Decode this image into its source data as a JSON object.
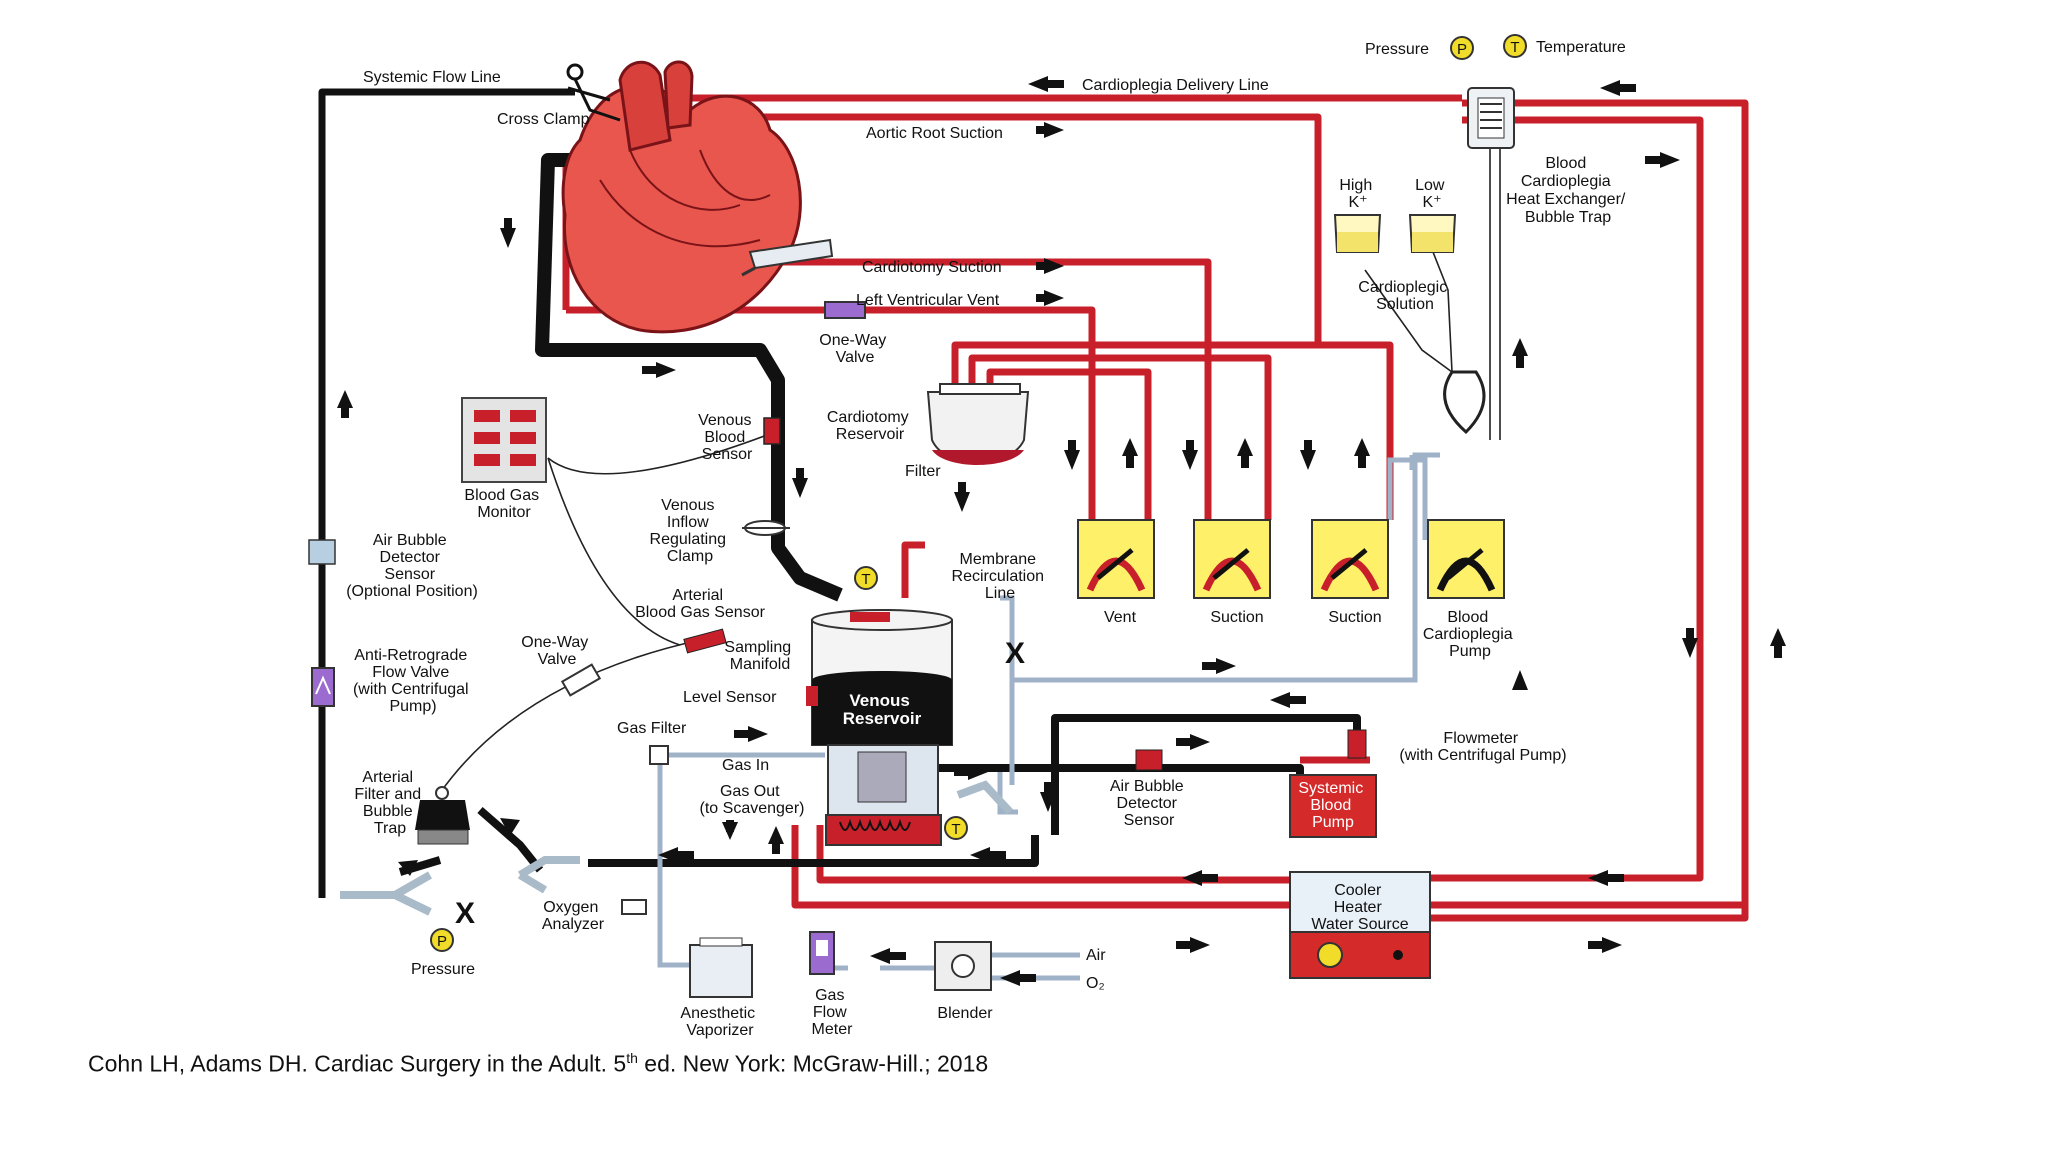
{
  "labels": {
    "systemic_flow_line": "Systemic Flow Line",
    "cross_clamp": "Cross Clamp",
    "cardioplegia_delivery_line": "Cardioplegia Delivery Line",
    "aortic_root_suction": "Aortic Root Suction",
    "pressure_top": "Pressure",
    "temperature_top": "Temperature",
    "blood_cardioplegia_heat_exchanger": [
      "Blood",
      "Cardioplegia",
      "Heat Exchanger/",
      "Bubble Trap"
    ],
    "high_k": [
      "High",
      "K⁺"
    ],
    "low_k": [
      "Low",
      "K⁺"
    ],
    "cardioplegic_solution": [
      "Cardioplegic",
      "Solution"
    ],
    "cardiotomy_suction": "Cardiotomy Suction",
    "left_ventricular_vent": "Left Ventricular Vent",
    "one_way_valve_top": [
      "One-Way",
      "Valve"
    ],
    "cardiotomy_reservoir": [
      "Cardiotomy",
      "Reservoir"
    ],
    "filter": "Filter",
    "venous_blood_sensor": [
      "Venous",
      "Blood",
      "Sensor"
    ],
    "blood_gas_monitor": [
      "Blood Gas",
      "Monitor"
    ],
    "venous_inflow_clamp": [
      "Venous",
      "Inflow",
      "Regulating",
      "Clamp"
    ],
    "air_bubble_detector_left": [
      "Air Bubble",
      "Detector",
      "Sensor",
      "(Optional Position)"
    ],
    "arterial_blood_gas_sensor": [
      "Arterial",
      "Blood Gas Sensor"
    ],
    "sampling_manifold": [
      "Sampling",
      "Manifold"
    ],
    "membrane_recirculation_line": [
      "Membrane",
      "Recirculation",
      "Line"
    ],
    "vent_pump": "Vent",
    "suction_pump_1": "Suction",
    "suction_pump_2": "Suction",
    "blood_cardioplegia_pump": [
      "Blood",
      "Cardioplegia",
      "Pump"
    ],
    "anti_retrograde_valve": [
      "Anti-Retrograde",
      "Flow Valve",
      "(with Centrifugal",
      "Pump)"
    ],
    "one_way_valve_left": [
      "One-Way",
      "Valve"
    ],
    "level_sensor": "Level Sensor",
    "venous_reservoir": [
      "Venous",
      "Reservoir"
    ],
    "gas_filter": "Gas Filter",
    "gas_in": "Gas In",
    "gas_out": [
      "Gas Out",
      "(to Scavenger)"
    ],
    "flowmeter": [
      "Flowmeter",
      "(with Centrifugal Pump)"
    ],
    "air_bubble_detector_mid": [
      "Air Bubble",
      "Detector",
      "Sensor"
    ],
    "systemic_blood_pump": [
      "Systemic",
      "Blood",
      "Pump"
    ],
    "arterial_filter": [
      "Arterial",
      "Filter and",
      "Bubble",
      "Trap"
    ],
    "oxygen_analyzer": [
      "Oxygen",
      "Analyzer"
    ],
    "pressure_bottom": "Pressure",
    "cooler_heater": [
      "Cooler",
      "Heater",
      "Water Source"
    ],
    "anesthetic_vaporizer": [
      "Anesthetic",
      "Vaporizer"
    ],
    "gas_flow_meter": [
      "Gas",
      "Flow",
      "Meter"
    ],
    "blender": "Blender",
    "air": "Air",
    "o2": "O₂",
    "p_symbol": "P",
    "t_symbol": "T"
  },
  "citation": {
    "before": "Cohn LH, Adams DH. Cardiac Surgery in the Adult. 5",
    "sup": "th",
    "after": " ed. New York: McGraw-Hill.; 2018"
  },
  "colors": {
    "red_line": "#c8202a",
    "black_line": "#111111",
    "gas_line": "#b9c7d6",
    "pump_yellow": "#ffef7a",
    "reservoir_red": "#b2182b"
  }
}
